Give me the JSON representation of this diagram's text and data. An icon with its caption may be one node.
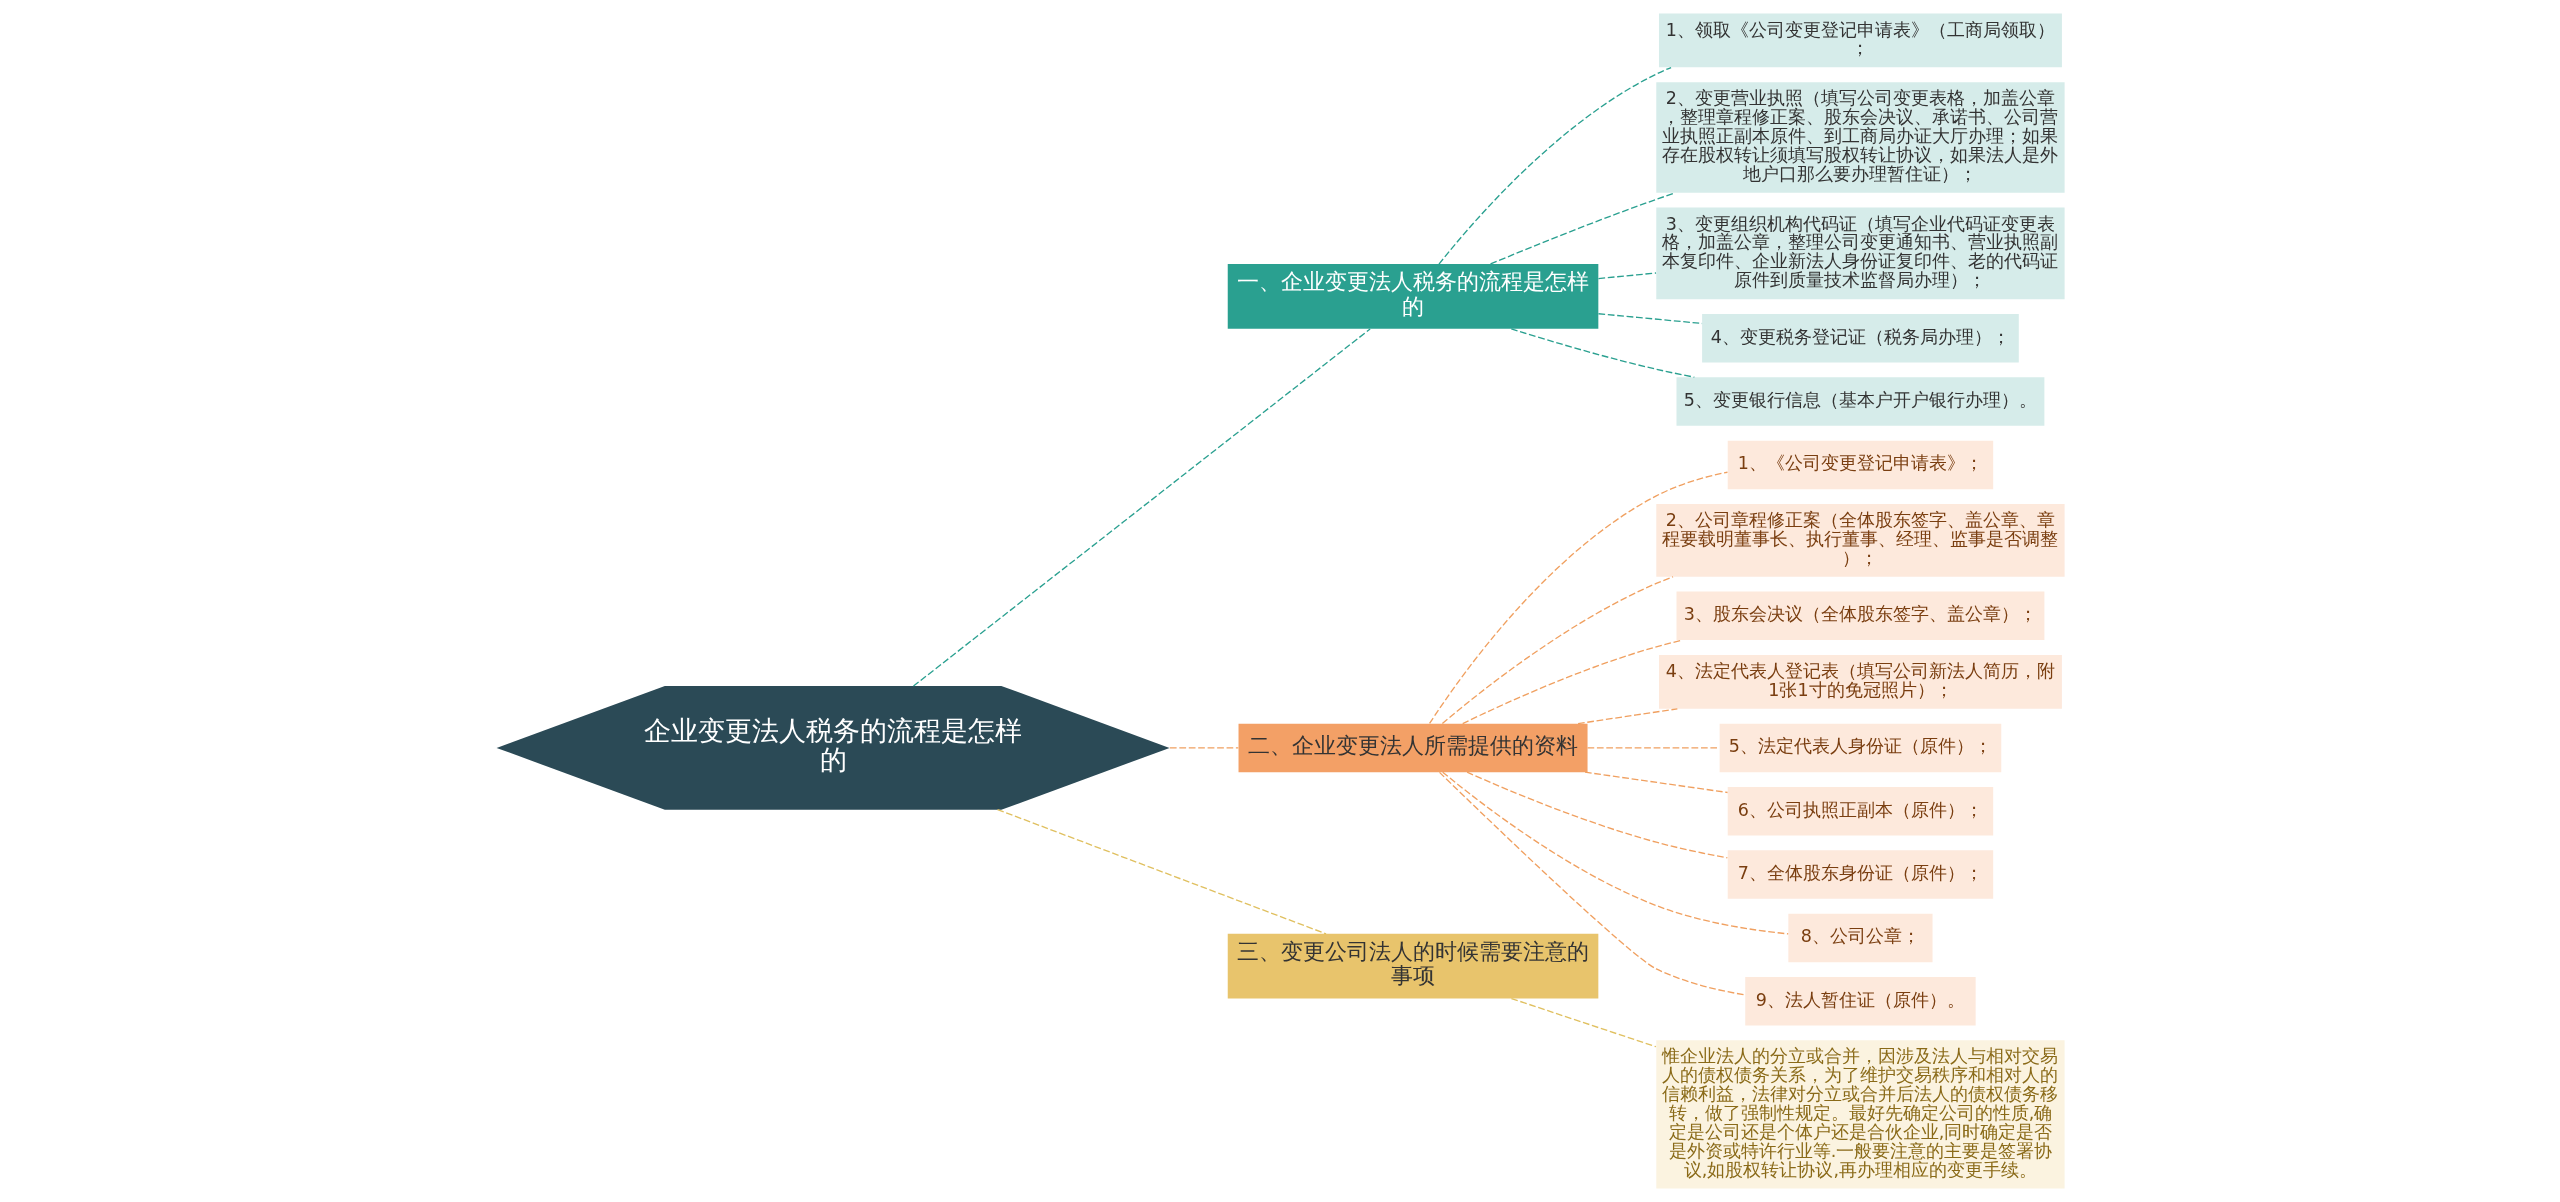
{
  "diagram": {
    "nodes": [
      {
        "text": [
          "企业变更法人税务的流程是怎样的"
        ]
      },
      {
        "text": [
          "一、企业变更法人税务的流程是怎样的"
        ]
      },
      {
        "text": [
          "1、领取《公司变更登记申请表》（工商局领取）；"
        ]
      },
      {
        "text": [
          "2、变更营业执照（填写公司变更表格，加盖公章，整理章程修正案、股东会决议、承诺书、公司营业执照正副本原件、到工商局办证大厅办理；如果存在股权转让须填写股权转让协议，如果法人是外地户口那么要办理暂住证）；"
        ]
      },
      {
        "text": [
          "3、变更组织机构代码证（填写企业代码证变更表格，加盖公章，整理公司变更通知书、营业执照副本复印件、企业新法人身份证复印件、老的代码证原件到质量技术监督局办理）；"
        ]
      },
      {
        "text": [
          "4、变更税务登记证（税务局办理）；"
        ]
      },
      {
        "text": [
          "5、变更银行信息（基本户开户银行办理）。"
        ]
      },
      {
        "text": [
          "二、企业变更法人所需提供的资料"
        ]
      },
      {
        "text": [
          "1、《公司变更登记申请表》；"
        ]
      },
      {
        "text": [
          "2、公司章程修正案（全体股东签字、盖公章、章程要载明董事长、执行董事、经理、监事是否调整）；"
        ]
      },
      {
        "text": [
          "3、股东会决议（全体股东签字、盖公章）；"
        ]
      },
      {
        "text": [
          "4、法定代表人登记表（填写公司新法人简历，附1张1寸的免冠照片）；"
        ]
      },
      {
        "text": [
          "5、法定代表人身份证（原件）；"
        ]
      },
      {
        "text": [
          "6、公司执照正副本（原件）；"
        ]
      },
      {
        "text": [
          "7、全体股东身份证（原件）；"
        ]
      },
      {
        "text": [
          "8、公司公章；"
        ]
      },
      {
        "text": [
          "9、法人暂住证（原件）。"
        ]
      },
      {
        "text": [
          "三、变更公司法人的时候需要注意的事项"
        ]
      },
      {
        "text": [
          "惟企业法人的分立或合并，因涉及法人与相对交易人的债权债务关系，为了维护交易秩序和相对人的信赖利益，法律对分立或合并后法人的债权债务移转，做了强制性规定。最好先确定公司的性质,确定是公司还是个体户还是合伙企业,同时确定是否是外资或特许行业等.一般要注意的主要是签署协议,如股权转让协议,再办理相应的变更手续。"
        ]
      }
    ],
    "edges": [
      {
        "from": 0,
        "to": 1,
        "arrow": "none",
        "style": "dashed",
        "color": "#2aa090"
      },
      {
        "from": 1,
        "to": 2,
        "arrow": "none",
        "style": "dashed",
        "color": "#2aa090"
      },
      {
        "from": 1,
        "to": 3,
        "arrow": "none",
        "style": "dashed",
        "color": "#2aa090"
      },
      {
        "from": 1,
        "to": 4,
        "arrow": "none",
        "style": "dashed",
        "color": "#2aa090"
      },
      {
        "from": 1,
        "to": 5,
        "arrow": "none",
        "style": "dashed",
        "color": "#2aa090"
      },
      {
        "from": 1,
        "to": 6,
        "arrow": "none",
        "style": "dashed",
        "color": "#2aa090"
      },
      {
        "from": 0,
        "to": 7,
        "arrow": "none",
        "style": "dashed"
      },
      {
        "from": 7,
        "to": 8,
        "arrow": "none",
        "style": "dashed"
      },
      {
        "from": 7,
        "to": 9,
        "arrow": "none",
        "style": "dashed"
      },
      {
        "from": 7,
        "to": 10,
        "arrow": "none",
        "style": "dashed"
      },
      {
        "from": 7,
        "to": 11,
        "arrow": "none",
        "style": "dashed"
      },
      {
        "from": 7,
        "to": 12,
        "arrow": "none",
        "style": "dashed"
      },
      {
        "from": 7,
        "to": 13,
        "arrow": "none",
        "style": "dashed"
      },
      {
        "from": 7,
        "to": 14,
        "arrow": "none",
        "style": "dashed"
      },
      {
        "from": 7,
        "to": 15,
        "arrow": "none",
        "style": "dashed"
      },
      {
        "from": 7,
        "to": 16,
        "arrow": "none",
        "style": "dashed"
      },
      {
        "from": 0,
        "to": 17,
        "arrow": "none",
        "style": "dashed",
        "color": "#e0c060"
      },
      {
        "from": 17,
        "to": 18,
        "arrow": "none",
        "style": "dashed",
        "color": "#e0c060"
      }
    ]
  }
}
